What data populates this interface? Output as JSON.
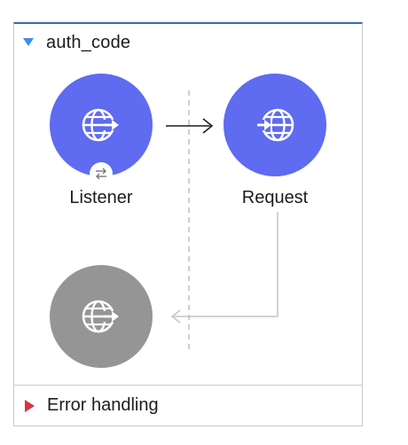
{
  "flow": {
    "name": "auth_code"
  },
  "nodes": {
    "listener": {
      "label": "Listener",
      "icon": "globe-inbound-icon",
      "badge_icon": "swap-arrows-icon",
      "color": "#5f6bf0"
    },
    "request": {
      "label": "Request",
      "icon": "globe-outbound-icon",
      "color": "#5f6bf0"
    },
    "response": {
      "label": "",
      "icon": "globe-inbound-icon",
      "color": "#959595"
    }
  },
  "error_handling": {
    "label": "Error handling",
    "icon": "collapsed-triangle-icon",
    "color": "#d4373b"
  }
}
